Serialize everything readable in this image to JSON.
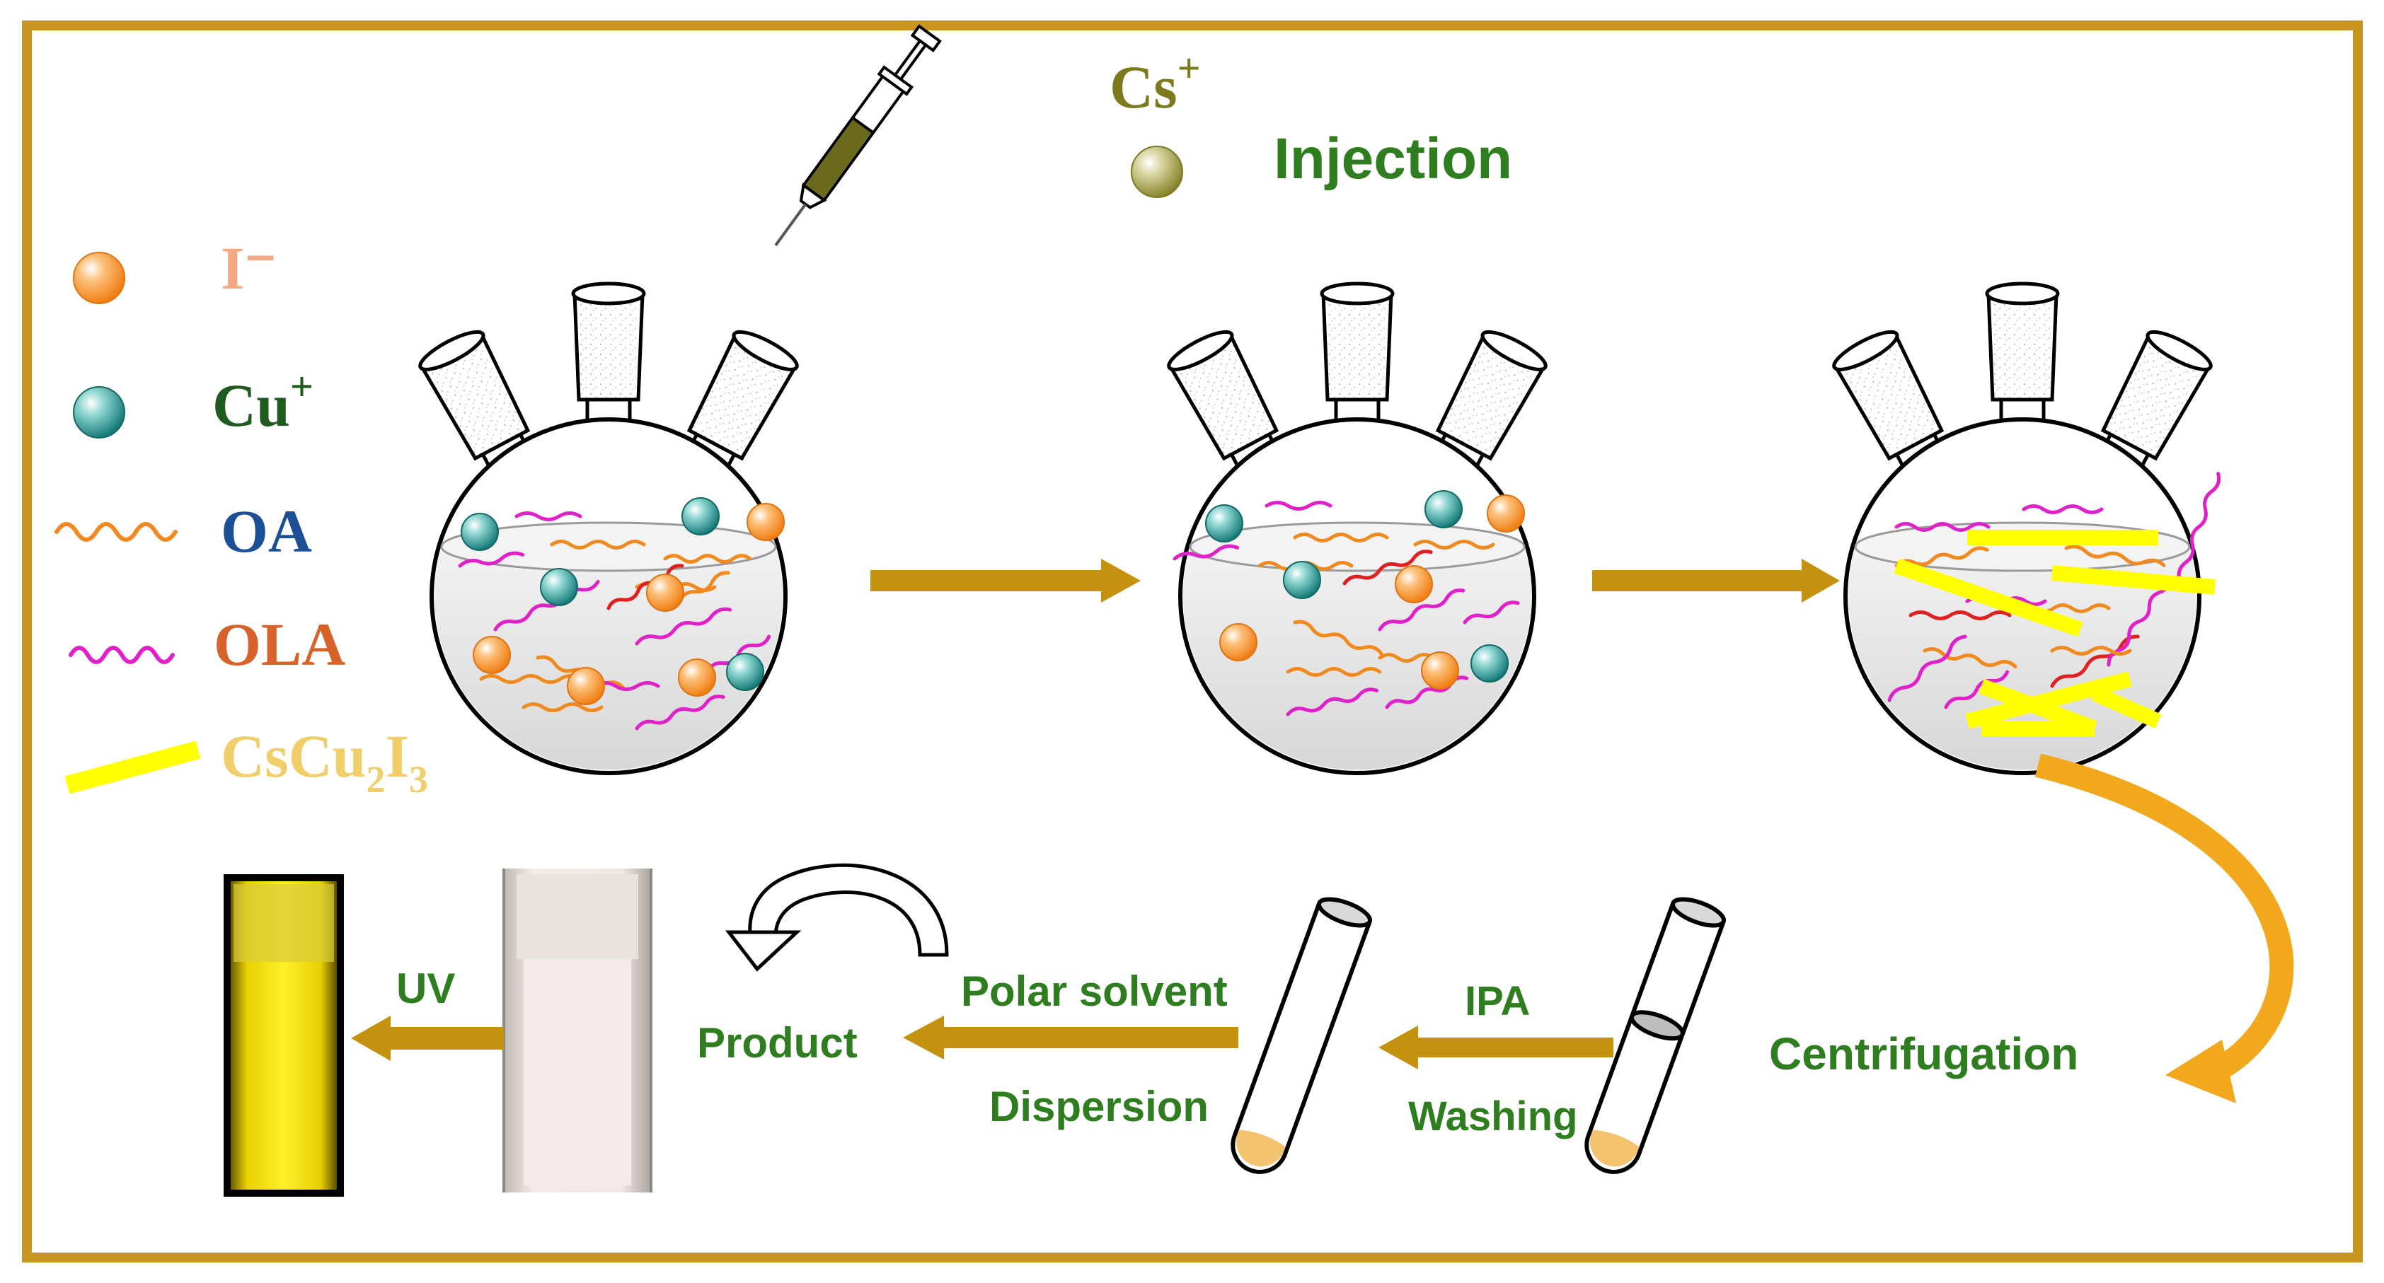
{
  "legend": {
    "iodide": "I⁻",
    "copper": "Cu",
    "copper_sup": "+",
    "oa": "OA",
    "ola": "OLA",
    "product_cs": "CsCu",
    "product_sub1": "2",
    "product_i": "I",
    "product_sub2": "3"
  },
  "injection": {
    "ion": "Cs",
    "ion_sup": "+",
    "label": "Injection"
  },
  "steps": {
    "centrifugation": "Centrifugation",
    "ipa": "IPA",
    "washing": "Washing",
    "polar_solvent": "Polar solvent",
    "dispersion": "Dispersion",
    "product": "Product",
    "uv": "UV"
  },
  "colors": {
    "frame": "#c8961e",
    "arrow": "#c4920f",
    "green_text": "#2e7d1f",
    "cs_text": "#7d7a1e",
    "iodide_text": "#f4a882",
    "copper_text": "#1f5a1f",
    "oa_text": "#1c4f95",
    "ola_text": "#d8632a",
    "product_text": "#f0cf6a",
    "iodide_sphere": "#f7922e",
    "copper_sphere": "#2a9d9a",
    "cs_sphere": "#9e9a3a",
    "oa_chain": "#f08a1e",
    "ola_chain": "#e020c8",
    "red_chain": "#e02020",
    "nanowire": "#ffff00"
  }
}
